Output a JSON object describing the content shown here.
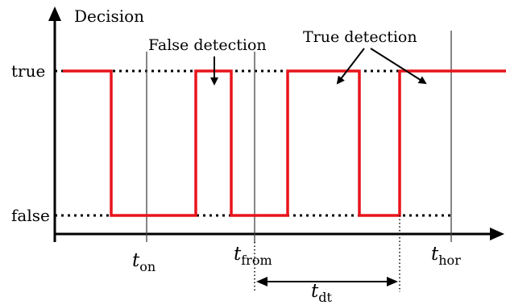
{
  "axes": {
    "y_label": "Decision",
    "true_label": "true",
    "false_label": "false"
  },
  "annotations": {
    "false_detection": "False detection",
    "true_detection": "True detection"
  },
  "time_markers": [
    {
      "id": "on",
      "symbol": "t",
      "subscript": "on"
    },
    {
      "id": "from",
      "symbol": "t",
      "subscript": "from"
    },
    {
      "id": "hor",
      "symbol": "t",
      "subscript": "hor"
    },
    {
      "id": "dt",
      "symbol": "t",
      "subscript": "dt"
    }
  ],
  "colors": {
    "signal": "#e8141c",
    "axis": "#000000",
    "marker": "#444444"
  }
}
